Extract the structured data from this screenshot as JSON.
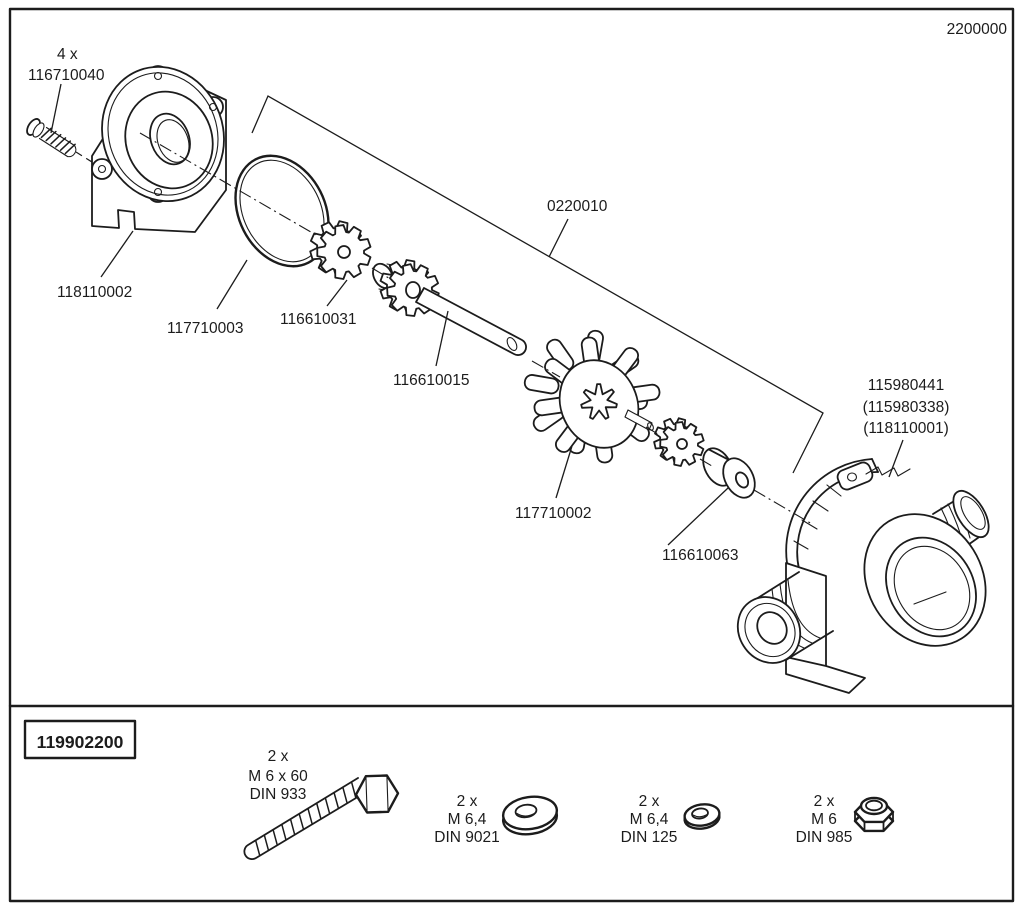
{
  "page": {
    "drawing_number": "2200000"
  },
  "diagram": {
    "labels": {
      "screw_qty": "4 x",
      "screw": "116710040",
      "mount_plate": "118110002",
      "o_ring": "117710003",
      "pinion_gear": "116610031",
      "gear_shaft": "116610015",
      "subassembly": "0220010",
      "impeller": "117710002",
      "bushing": "116610063",
      "pump_housing": "115980441",
      "pump_housing_alt1": "(115980338)",
      "pump_housing_alt2": "(118110001)"
    }
  },
  "hardware_kit": {
    "kit_number": "119902200",
    "items": [
      {
        "icon": "hex-bolt-icon",
        "qty": "2 x",
        "size": "M 6 x 60",
        "standard": "DIN 933"
      },
      {
        "icon": "large-washer-icon",
        "qty": "2 x",
        "size": "M 6,4",
        "standard": "DIN 9021"
      },
      {
        "icon": "flat-washer-icon",
        "qty": "2 x",
        "size": "M 6,4",
        "standard": "DIN 125"
      },
      {
        "icon": "lock-nut-icon",
        "qty": "2 x",
        "size": "M 6",
        "standard": "DIN 985"
      }
    ]
  },
  "colors": {
    "line": "#1c1c1c",
    "background": "#ffffff"
  }
}
